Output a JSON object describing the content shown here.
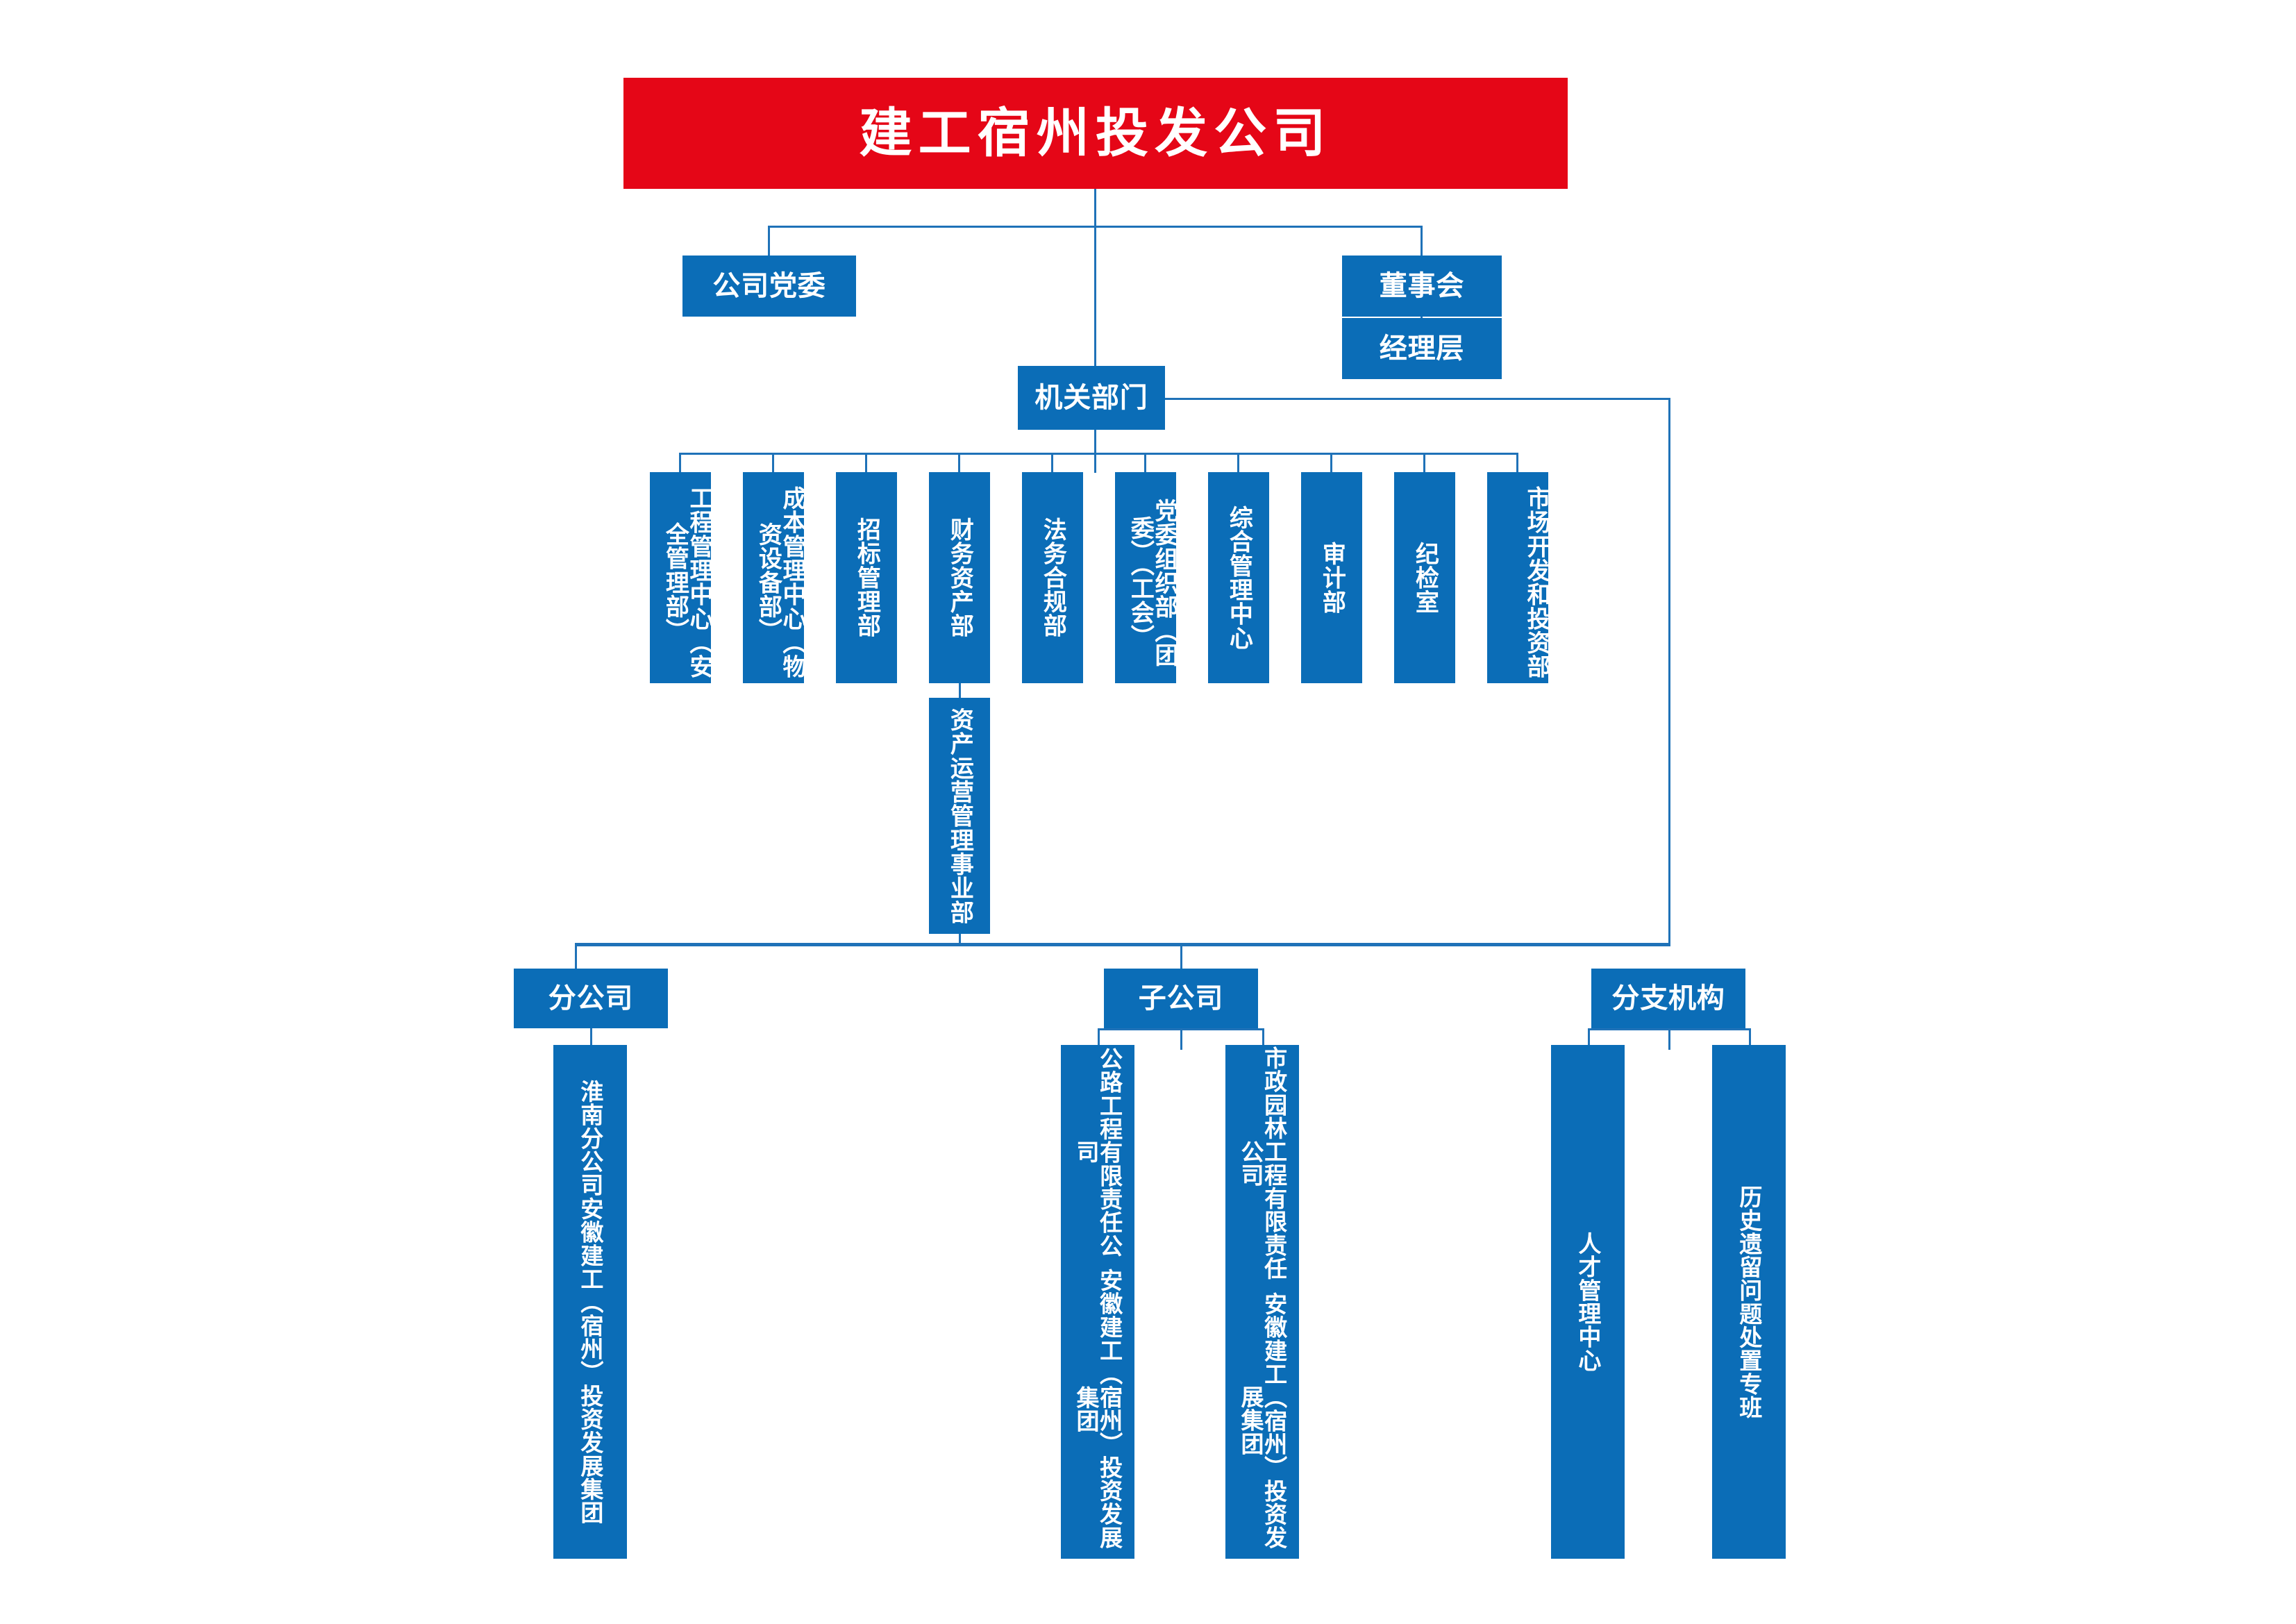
{
  "chart_data": {
    "type": "diagram",
    "subtype": "organizational-chart",
    "title": "建工宿州投发公司",
    "colors": {
      "root": "#E50617",
      "node": "#0B6DB7",
      "connector": "#1F72B8",
      "text": "#FFFFFF",
      "background": "#FFFFFF"
    },
    "levels": 5,
    "node_count": 25
  },
  "root": {
    "label": "建工宿州投发公司"
  },
  "governance": {
    "party_committee": "公司党委",
    "board": "董事会",
    "management": "经理层"
  },
  "organ": {
    "label": "机关部门"
  },
  "departments": [
    {
      "id": "engineering",
      "label": "工程管理中心（安全管理部）"
    },
    {
      "id": "cost",
      "label": "成本管理中心（物资设备部）"
    },
    {
      "id": "bidding",
      "label": "招标管理部"
    },
    {
      "id": "finance",
      "label": "财务资产部"
    },
    {
      "id": "legal",
      "label": "法务合规部"
    },
    {
      "id": "party-org",
      "label": "党委组织部（团委）（工会）"
    },
    {
      "id": "general",
      "label": "综合管理中心"
    },
    {
      "id": "audit",
      "label": "审计部"
    },
    {
      "id": "discipline",
      "label": "纪检室"
    },
    {
      "id": "market",
      "label": "市场开发和投资部"
    }
  ],
  "asset_division": {
    "label": "资产运营管理事业部"
  },
  "groups": [
    {
      "id": "branch",
      "label": "分公司"
    },
    {
      "id": "subsidiary",
      "label": "子公司"
    },
    {
      "id": "affiliate",
      "label": "分支机构"
    }
  ],
  "branch_companies": [
    {
      "id": "huainan",
      "main": "安徽建工（宿州）投资发展集团",
      "suffix": "淮南分公司"
    }
  ],
  "subsidiaries": [
    {
      "id": "highway",
      "main": "安徽建工（宿州）投资发展集团",
      "suffix": "公路工程有限责任公司"
    },
    {
      "id": "municipal",
      "main": "安徽建工（宿州）投资发展集团",
      "suffix": "市政园林工程有限责任公司"
    }
  ],
  "affiliates": [
    {
      "id": "talent",
      "label": "人才管理中心"
    },
    {
      "id": "legacy",
      "label": "历史遗留问题处置专班"
    }
  ]
}
